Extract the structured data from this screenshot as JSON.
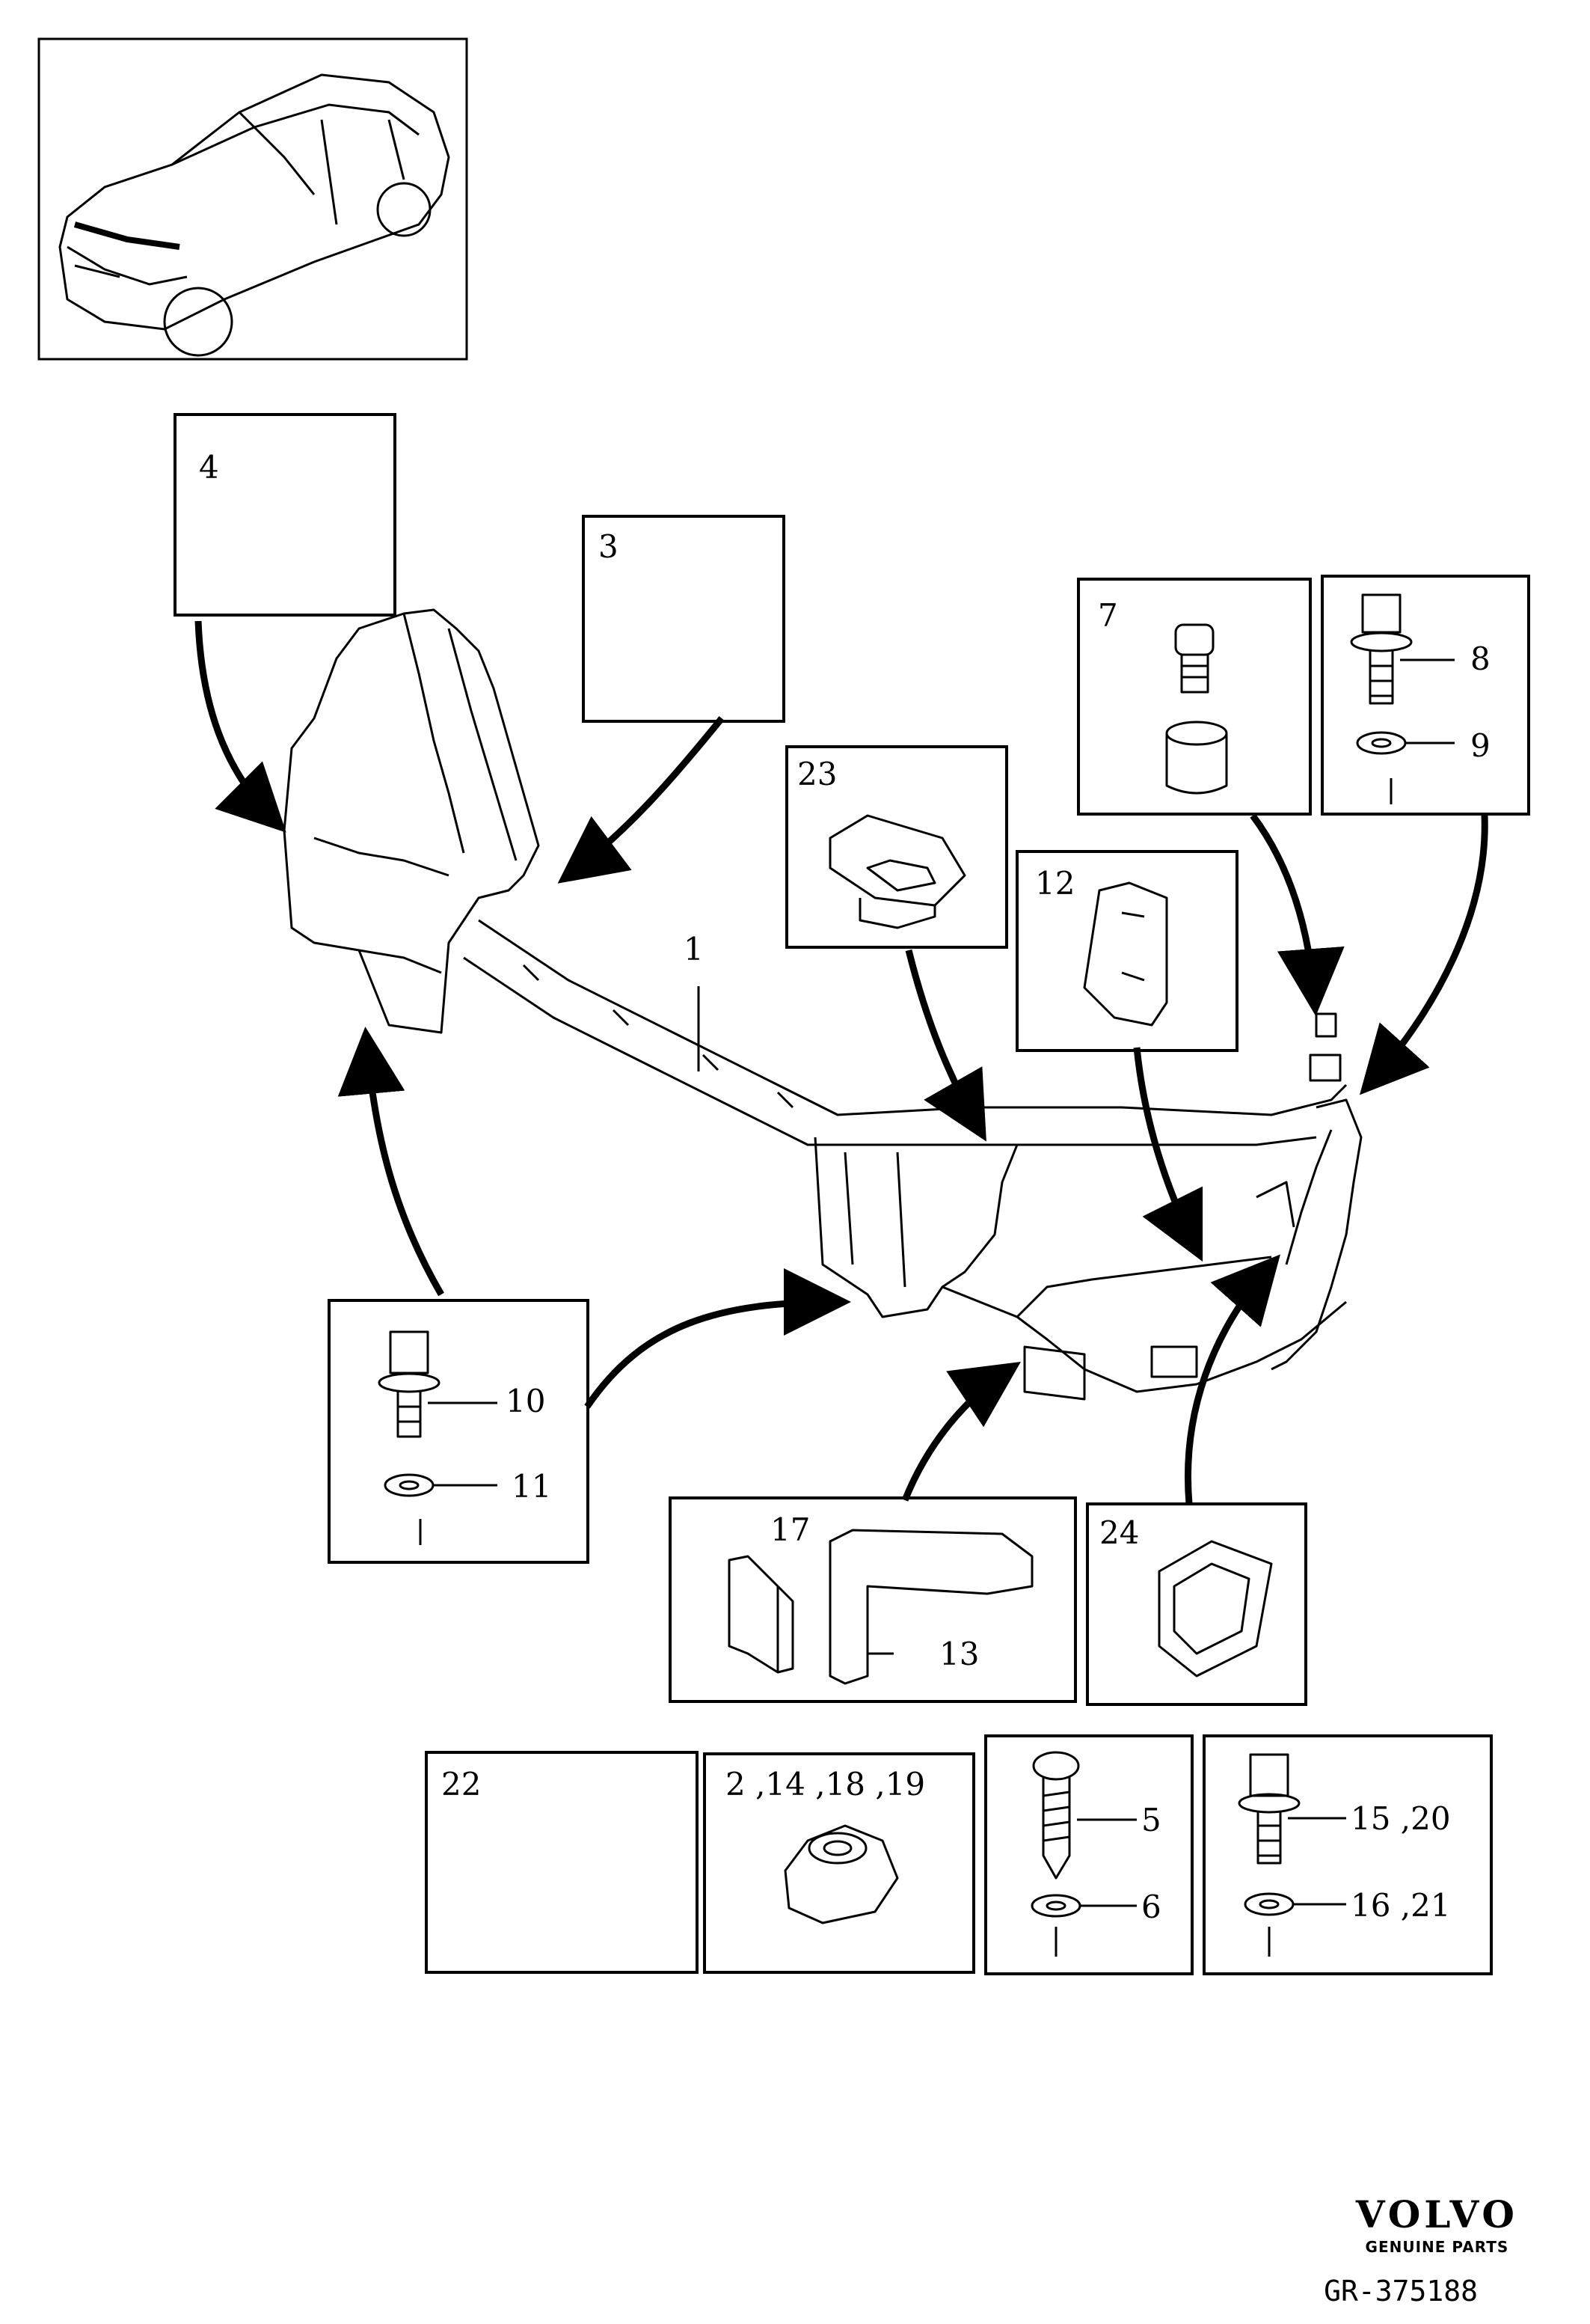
{
  "callouts": {
    "c1": "1",
    "c3": "3",
    "c4": "4",
    "c7": "7",
    "c8": "8",
    "c9": "9",
    "c10": "10",
    "c11": "11",
    "c12": "12",
    "c13": "13",
    "c17": "17",
    "c22": "22",
    "c23": "23",
    "c24": "24",
    "c2_14_18_19": "2 ,14 ,18 ,19",
    "c5": "5",
    "c6": "6",
    "c15_20": "15 ,20",
    "c16_21": "16 ,21"
  },
  "footer": {
    "brand": "VOLVO",
    "tagline": "GENUINE PARTS",
    "reference": "GR-375188"
  }
}
